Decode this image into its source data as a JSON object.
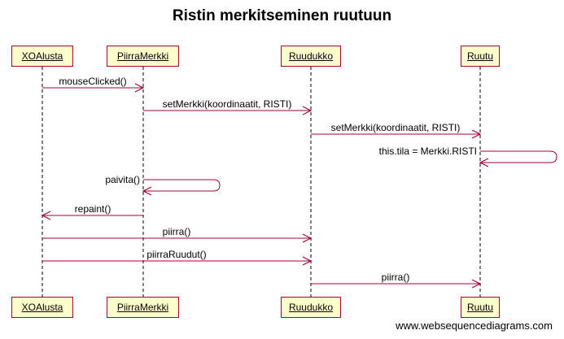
{
  "title": "Ristin merkitseminen ruutuun",
  "participants": [
    {
      "id": "xo",
      "label": "XOAlusta"
    },
    {
      "id": "pm",
      "label": "PiirraMerkki"
    },
    {
      "id": "ru",
      "label": "Ruudukko"
    },
    {
      "id": "rt",
      "label": "Ruutu"
    }
  ],
  "messages": [
    {
      "from": "xo",
      "to": "pm",
      "label": "mouseClicked()"
    },
    {
      "from": "pm",
      "to": "ru",
      "label": "setMerkki(koordinaatit, RISTI)"
    },
    {
      "from": "ru",
      "to": "rt",
      "label": "setMerkki(koordinaatit, RISTI)"
    },
    {
      "from": "rt",
      "to": "rt",
      "label": "this.tila = Merkki.RISTI"
    },
    {
      "from": "pm",
      "to": "pm",
      "label": "paivita()"
    },
    {
      "from": "pm",
      "to": "xo",
      "label": "repaint()"
    },
    {
      "from": "xo",
      "to": "ru",
      "label": "piirra()"
    },
    {
      "from": "xo",
      "to": "ru",
      "label": "piirraRuudut()"
    },
    {
      "from": "ru",
      "to": "rt",
      "label": "piirra()"
    }
  ],
  "footer": "www.websequencediagrams.com",
  "colors": {
    "line": "#a80036",
    "box_fill": "#ffffcc"
  }
}
